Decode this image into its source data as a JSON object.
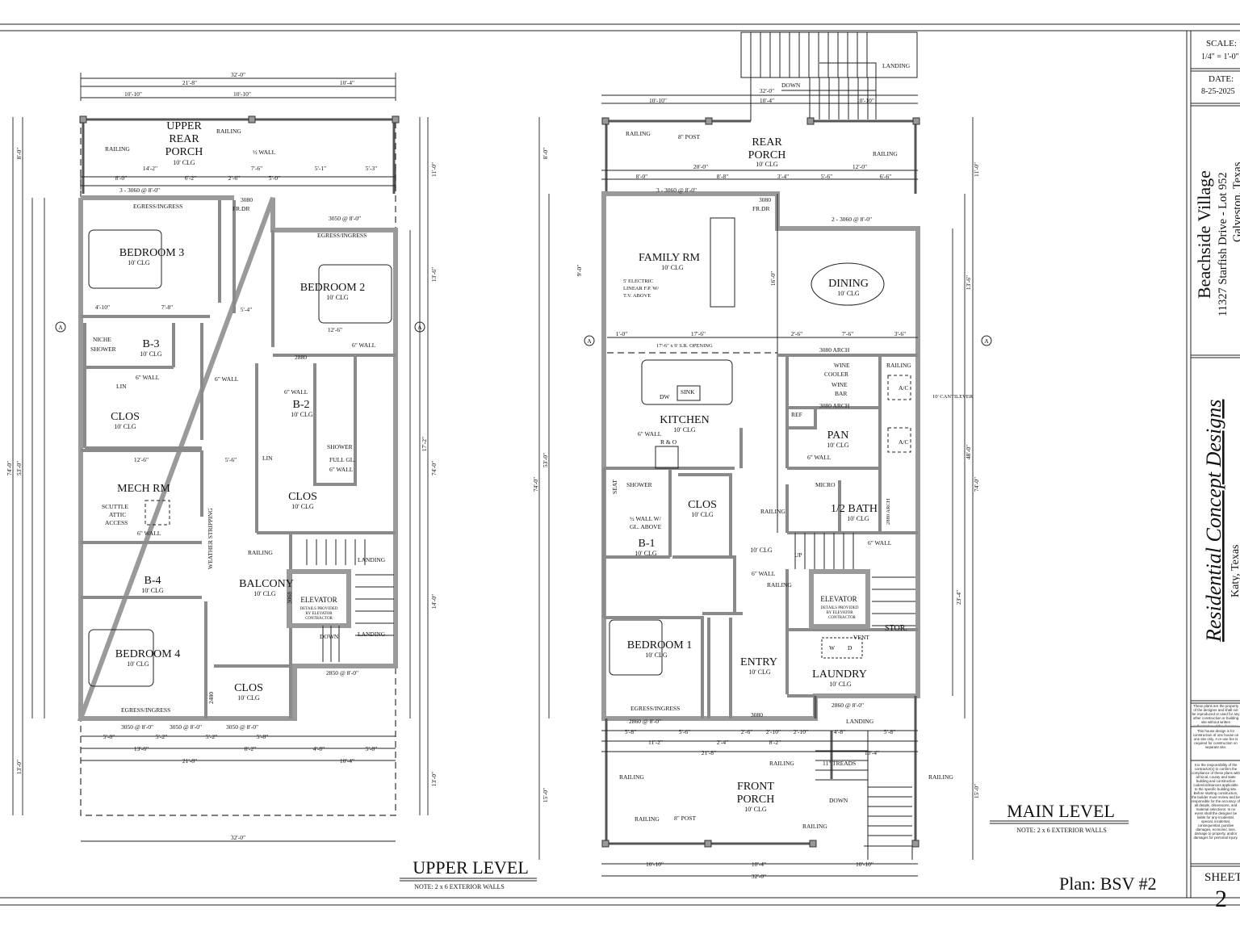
{
  "title_block": {
    "scale_label": "SCALE:",
    "scale": "1/4\" = 1'-0\"",
    "date_label": "DATE:",
    "date": "8-25-2025",
    "project": "Beachside Village",
    "address": "11327 Starfish Drive - Lot 952",
    "city": "Galveston, Texas",
    "designer": "Residential Concept Designs",
    "designer_city": "Katy, Texas",
    "notes": [
      "These plans are the property of the designer and shall not be reproduced or used for any other construction or building site without written authorization of the designer.",
      "This house design is for construction of one house on one site only. A re-use fee is required for construction on separate site.",
      "It is the responsibility of the contractor(s) to confirm the compliance of these plans with all local, county and state building and construction codes/ordinances applicable to the specific building site. Before starting construction, the builder must review and be responsible for the accuracy of all details, dimensions, and material selections. In no event shall the designer be liable for any incidental, special, incidental, consequential, punitive damages, economic loss, damage to property, and/or damages for personal injury."
    ],
    "sheet_label": "SHEET",
    "sheet": "2",
    "plan": "Plan: BSV #2"
  },
  "section_marker": "A",
  "upper_level": {
    "title": "UPPER LEVEL",
    "note": "NOTE: 2 x 6 EXTERIOR WALLS",
    "rooms": {
      "porch": {
        "name1": "UPPER",
        "name2": "REAR",
        "name3": "PORCH",
        "clg": "10' CLG"
      },
      "bed3": {
        "name": "BEDROOM 3",
        "clg": "10' CLG"
      },
      "bed2": {
        "name": "BEDROOM 2",
        "clg": "10' CLG"
      },
      "b3": {
        "name": "B-3",
        "clg": "10' CLG"
      },
      "b2": {
        "name": "B-2",
        "clg": "10' CLG"
      },
      "clos1": {
        "name": "CLOS",
        "clg": "10' CLG"
      },
      "clos2": {
        "name": "CLOS",
        "clg": "10' CLG"
      },
      "mech": {
        "name": "MECH RM"
      },
      "b4": {
        "name": "B-4",
        "clg": "10' CLG"
      },
      "balcony": {
        "name": "BALCONY",
        "clg": "10' CLG"
      },
      "elevator": {
        "name": "ELEVATOR",
        "d1": "DETAILS PROVIDED",
        "d2": "BY ELEVATOR",
        "d3": "CONTRACTOR"
      },
      "bed4": {
        "name": "BEDROOM 4",
        "clg": "10' CLG"
      },
      "clos3": {
        "name": "CLOS",
        "clg": "10' CLG"
      }
    },
    "labels": {
      "railing": "RAILING",
      "half_wall": "½ WALL",
      "egress": "EGRESS/INGRESS",
      "door_3080": "3080",
      "fr_dr": "FR.DR",
      "win_3060": "3 - 3060 @ 8'-0\"",
      "win_3050": "3050 @ 8'-0\"",
      "niche": "NICHE",
      "shower": "SHOWER",
      "lin": "LIN",
      "six_wall": "6\" WALL",
      "full_gl": "FULL GL.",
      "scuttle1": "SCUTTLE",
      "scuttle2": "ATTIC",
      "scuttle3": "ACCESS",
      "weather": "WEATHER STRIPPING",
      "landing": "LANDING",
      "down": "DOWN",
      "win_2850": "2850 @ 8'-0\"",
      "door_2480": "2480",
      "door_2880": "2880",
      "door_3068": "3068"
    },
    "dims": [
      "32'-0\"",
      "21'-8\"",
      "10'-4\"",
      "10'-10\"",
      "10'-10\"",
      "14'-2\"",
      "7'-6\"",
      "5'-1\"",
      "5'-3\"",
      "8'-0\"",
      "6'-2\"",
      "2'-6\"",
      "5'-0\"",
      "74'-0\"",
      "53'-0\"",
      "8'-0\"",
      "13'-0\"",
      "11'-0\"",
      "13'-6\"",
      "17'-2\"",
      "14'-0\"",
      "13'-0\"",
      "5'-8\"",
      "5'-2\"",
      "5'-2\"",
      "5'-8\"",
      "13'-6\"",
      "8'-2\"",
      "4'-8\"",
      "5'-8\"",
      "21'-8\"",
      "10'-4\"",
      "32'-0\"",
      "4'-10\"",
      "7'-8\"",
      "5'-4\"",
      "12'-6\"",
      "12'-6\"",
      "5'-6\"",
      "74'-0\""
    ]
  },
  "main_level": {
    "title": "MAIN LEVEL",
    "note": "NOTE: 2 x 6 EXTERIOR WALLS",
    "rooms": {
      "rear_porch": {
        "name1": "REAR",
        "name2": "PORCH",
        "clg": "10' CLG"
      },
      "family": {
        "name": "FAMILY RM",
        "clg": "10' CLG"
      },
      "dining": {
        "name": "DINING",
        "clg": "10' CLG"
      },
      "kitchen": {
        "name": "KITCHEN",
        "clg": "10' CLG"
      },
      "pan": {
        "name": "PAN",
        "clg": "10' CLG"
      },
      "clos": {
        "name": "CLOS",
        "clg": "10' CLG"
      },
      "b1": {
        "name": "B-1",
        "clg": "10' CLG"
      },
      "half_bath": {
        "name": "1/2 BATH",
        "clg": "10' CLG"
      },
      "hall": {
        "clg": "10' CLG"
      },
      "elevator": {
        "name": "ELEVATOR",
        "d1": "DETAILS PROVIDED",
        "d2": "BY ELEVATOR",
        "d3": "CONTRACTOR"
      },
      "stor": {
        "name": "STOR."
      },
      "bed1": {
        "name": "BEDROOM 1",
        "clg": "10' CLG"
      },
      "entry": {
        "name": "ENTRY",
        "clg": "10' CLG"
      },
      "laundry": {
        "name": "LAUNDRY",
        "clg": "10' CLG"
      },
      "front_porch": {
        "name1": "FRONT",
        "name2": "PORCH",
        "clg": "10' CLG"
      }
    },
    "labels": {
      "landing": "LANDING",
      "down": "DOWN",
      "railing": "RAILING",
      "post": "8\" POST",
      "win_3060": "3 - 3060 @ 8'-0\"",
      "door_3080": "3080",
      "fr_dr": "FR.DR",
      "win_2_3060": "2 - 3060 @ 8'-0\"",
      "fp1": "5' ELECTRIC",
      "fp2": "LINEAR F.P. W/",
      "fp3": "T.V.    ABOVE",
      "opening": "17'-6\" x 9' S.R. OPENING",
      "dw": "DW",
      "sink": "SINK",
      "range": "R & O",
      "arch": "3080 ARCH",
      "wine1": "WINE",
      "wine_cooler": "COOLER",
      "wine_bar": "BAR",
      "ref": "REF",
      "ac": "A/C",
      "micro": "MICRO",
      "seat": "SEAT",
      "shower": "SHOWER",
      "half_wall1": "½ WALL W/",
      "half_wall2": "GL. ABOVE",
      "six_wall": "6\" WALL",
      "up": "UP",
      "washer": "W",
      "dryer": "D",
      "vent": "VENT",
      "treads": "11\" TREADS",
      "win_2860": "2860 @ 8'-0\"",
      "egress": "EGRESS/INGRESS",
      "cantilever": "10' CANTILEVER",
      "arch_2880": "2880 ARCH",
      "door_3080b": "3080"
    },
    "dims": [
      "32'-0\"",
      "10'-10\"",
      "10'-4\"",
      "10'-10\"",
      "20'-0\"",
      "12'-0\"",
      "8'-0\"",
      "8'-8\"",
      "3'-4\"",
      "5'-6\"",
      "6'-6\"",
      "74'-0\"",
      "53'-0\"",
      "15'-0\"",
      "8'-0\"",
      "74'-0\"",
      "48'-0\"",
      "11'-0\"",
      "13'-6\"",
      "23'-4\"",
      "15'-0\"",
      "5'-8\"",
      "5'-6\"",
      "2'-6\"",
      "2'-10\"",
      "2'-10\"",
      "4'-8\"",
      "5'-8\"",
      "11'-2\"",
      "2'-4\"",
      "8'-2\"",
      "21'-8\"",
      "10'-4\"",
      "10'-10\"",
      "10'-4\"",
      "10'-10\"",
      "32'-0\"",
      "1'-0\"",
      "17'-6\"",
      "2'-6\"",
      "7'-6\"",
      "3'-6\"",
      "16'-0\"",
      "9'-0\""
    ]
  }
}
